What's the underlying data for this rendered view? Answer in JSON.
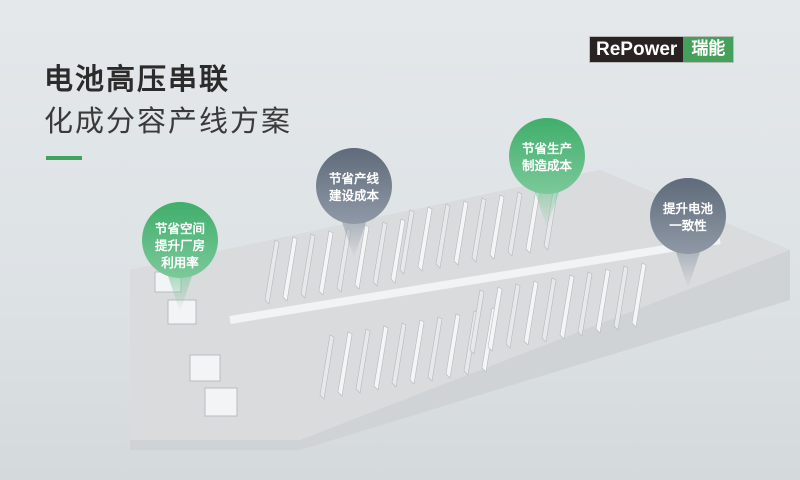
{
  "title": {
    "line1": "电池高压串联",
    "line2": "化成分容产线方案"
  },
  "logo": {
    "en": "RePower",
    "cn": "瑞能"
  },
  "colors": {
    "accent": "#3fa45c",
    "pin_green": "#3fae6b",
    "pin_gray": "#5f6a7a"
  },
  "pins": [
    {
      "lines": [
        "节省空间",
        "提升厂房",
        "利用率"
      ],
      "style": "green"
    },
    {
      "lines": [
        "节省产线",
        "建设成本"
      ],
      "style": "gray"
    },
    {
      "lines": [
        "节省生产",
        "制造成本"
      ],
      "style": "green"
    },
    {
      "lines": [
        "提升电池",
        "一致性"
      ],
      "style": "gray"
    }
  ]
}
